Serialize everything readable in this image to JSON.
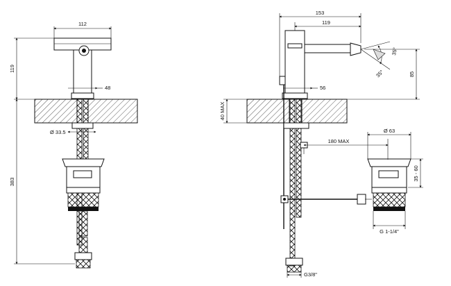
{
  "front_view": {
    "dims": {
      "handle_width": "112",
      "total_height": "119",
      "body_width": "48",
      "hole_diameter": "Ø 33.5",
      "hose_length": "383"
    }
  },
  "side_view": {
    "dims": {
      "overall_length": "153",
      "spout_reach": "119",
      "angle_top": "35°",
      "angle_bottom": "35°",
      "spout_height": "85",
      "body_diameter": "56",
      "deck_thickness": "40 MAX",
      "rod_length": "180 MAX",
      "waste_diameter": "Ø 63",
      "waste_range": "35 - 60",
      "waste_thread": "G 1-1/4\"",
      "inlet_thread": "G3/8\""
    }
  },
  "colors": {
    "line": "#111111",
    "background": "#ffffff"
  }
}
